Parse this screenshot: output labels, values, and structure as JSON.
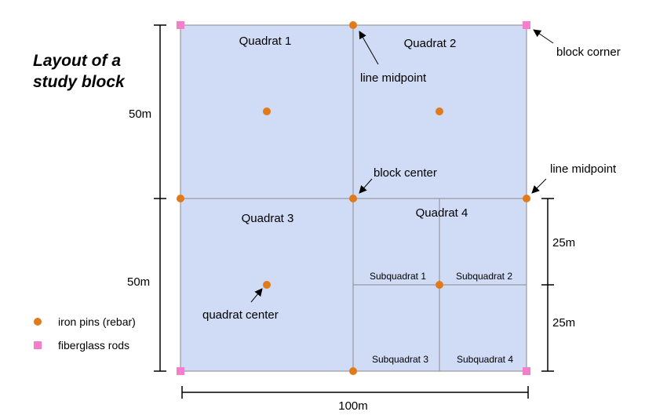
{
  "title": [
    "Layout of a",
    "study block"
  ],
  "colors": {
    "fill": "#d0dbf6",
    "grid_line": "#8a8a8a",
    "iron_pin": "#e07a1a",
    "fiberglass_rod": "#f47ec9"
  },
  "quadrats": [
    "Quadrat 1",
    "Quadrat 2",
    "Quadrat 3",
    "Quadrat 4"
  ],
  "subquadrats": [
    "Subquadrat 1",
    "Subquadrat 2",
    "Subquadrat 3",
    "Subquadrat 4"
  ],
  "annotations": {
    "block_corner": "block corner",
    "line_midpoint_top": "line midpoint",
    "block_center": "block center",
    "line_midpoint_right": "line midpoint",
    "quadrat_center": "quadrat center"
  },
  "dimensions": {
    "left_top": "50m",
    "left_bottom": "50m",
    "right_top": "25m",
    "right_bottom": "25m",
    "bottom": "100m"
  },
  "legend": {
    "iron_pins": "iron pins (rebar)",
    "fiberglass_rods": "fiberglass rods"
  }
}
